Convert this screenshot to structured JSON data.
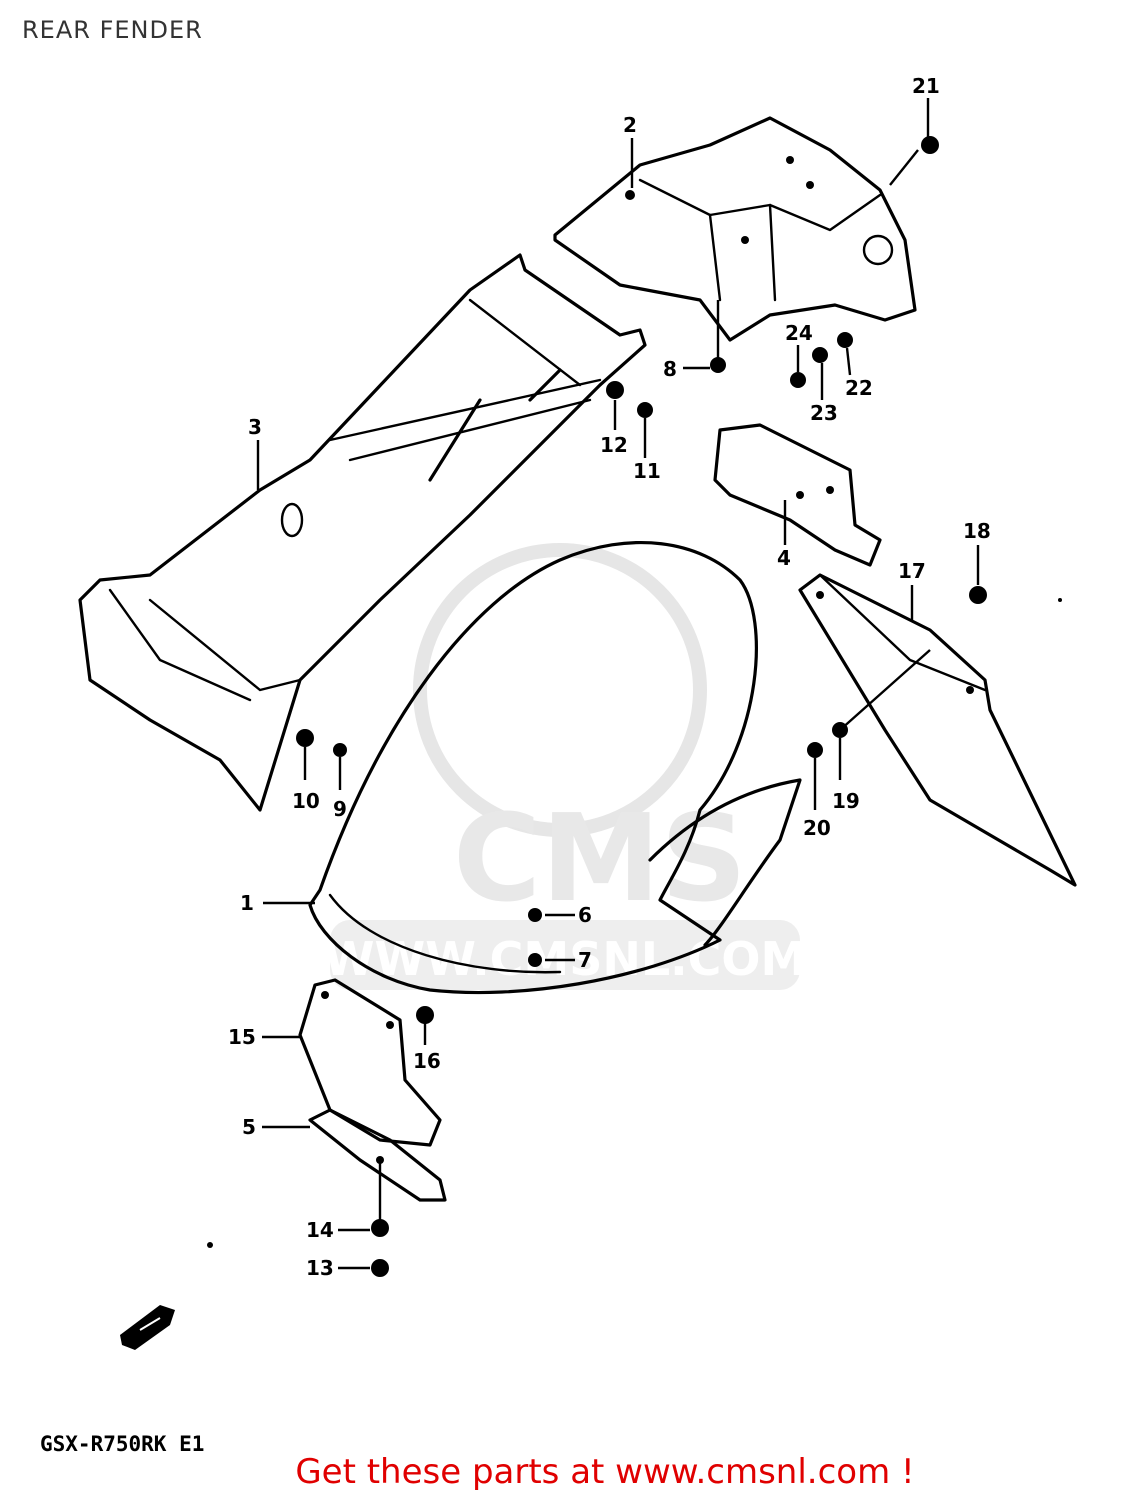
{
  "header": {
    "title": "REAR FENDER"
  },
  "footer": {
    "model_code": "GSX-R750RK E1",
    "link_text": "Get these parts at www.cmsnl.com !"
  },
  "watermark": {
    "brand": "CMS",
    "url": "WWW.CMSNL.COM"
  },
  "callouts": [
    "1",
    "2",
    "3",
    "4",
    "5",
    "6",
    "7",
    "8",
    "9",
    "10",
    "11",
    "12",
    "13",
    "14",
    "15",
    "16",
    "17",
    "18",
    "19",
    "20",
    "21",
    "22",
    "23",
    "24"
  ],
  "colors": {
    "ink": "#000000",
    "footer_link": "#e00000",
    "title": "#333333",
    "watermark": "#e6e6e6"
  },
  "icons": {
    "front_arrow": "direction-arrow-icon"
  }
}
